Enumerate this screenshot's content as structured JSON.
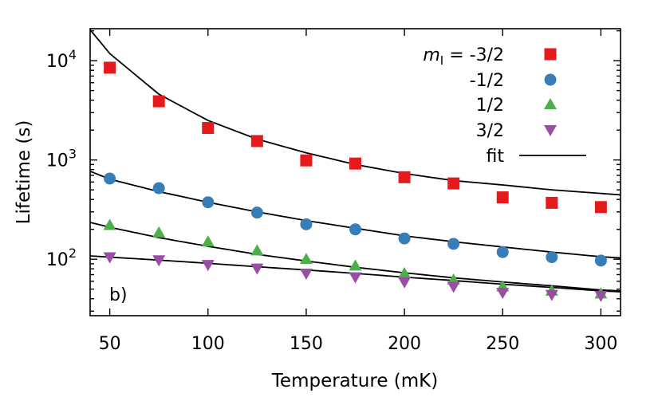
{
  "chart_data": {
    "type": "scatter",
    "xlabel": "Temperature (mK)",
    "ylabel": "Lifetime (s)",
    "yscale": "log",
    "xlim": [
      40,
      310
    ],
    "ylim": [
      27,
      21000
    ],
    "x_ticks": [
      {
        "value": 50,
        "label": "50"
      },
      {
        "value": 100,
        "label": "100"
      },
      {
        "value": 150,
        "label": "150"
      },
      {
        "value": 200,
        "label": "200"
      },
      {
        "value": 250,
        "label": "250"
      },
      {
        "value": 300,
        "label": "300"
      }
    ],
    "y_ticks": [
      {
        "value": 100,
        "mantissa": "10",
        "exp": "2"
      },
      {
        "value": 1000,
        "mantissa": "10",
        "exp": "3"
      },
      {
        "value": 10000,
        "mantissa": "10",
        "exp": "4"
      }
    ],
    "panel_label": "b)",
    "legend": {
      "position": "top-right",
      "symbol_prefix": "m",
      "symbol_subscript": "I",
      "first_value": " = -3/2"
    },
    "x": [
      50,
      75,
      100,
      125,
      150,
      175,
      200,
      225,
      250,
      275,
      300
    ],
    "series": [
      {
        "name": "-3/2",
        "marker": "square",
        "color": "#e41a1c",
        "values": [
          8500,
          3900,
          2100,
          1550,
          990,
          920,
          670,
          580,
          420,
          370,
          335
        ]
      },
      {
        "name": "-1/2",
        "marker": "circle",
        "color": "#377eb8",
        "values": [
          650,
          520,
          375,
          295,
          225,
          200,
          162,
          143,
          118,
          105,
          97
        ]
      },
      {
        "name": "1/2",
        "marker": "triangle-up",
        "color": "#4daf4a",
        "values": [
          220,
          185,
          150,
          122,
          100,
          86,
          72,
          62,
          53,
          48,
          45
        ]
      },
      {
        "name": "3/2",
        "marker": "triangle-down",
        "color": "#984ea3",
        "values": [
          105,
          98,
          88,
          81,
          72,
          66,
          59,
          53,
          46,
          44,
          43
        ]
      }
    ],
    "fit": {
      "name": "fit",
      "color": "#000000",
      "curves": [
        {
          "x": [
            40,
            50,
            75,
            100,
            125,
            150,
            175,
            200,
            225,
            250,
            275,
            300,
            310
          ],
          "y": [
            20500,
            11800,
            4600,
            2500,
            1620,
            1180,
            900,
            730,
            620,
            560,
            500,
            460,
            445
          ]
        },
        {
          "x": [
            40,
            50,
            75,
            100,
            125,
            150,
            175,
            200,
            225,
            250,
            275,
            300,
            310
          ],
          "y": [
            770,
            640,
            480,
            375,
            300,
            245,
            205,
            172,
            150,
            133,
            118,
            106,
            103
          ]
        },
        {
          "x": [
            40,
            50,
            75,
            100,
            125,
            150,
            175,
            200,
            225,
            250,
            275,
            300,
            310
          ],
          "y": [
            235,
            210,
            165,
            135,
            112,
            96,
            83,
            73,
            65,
            59,
            54,
            49,
            48
          ]
        },
        {
          "x": [
            40,
            50,
            75,
            100,
            125,
            150,
            175,
            200,
            225,
            250,
            275,
            300,
            310
          ],
          "y": [
            108,
            105,
            98,
            91,
            84,
            78,
            72,
            66,
            61,
            56,
            52,
            48,
            47
          ]
        }
      ]
    }
  }
}
